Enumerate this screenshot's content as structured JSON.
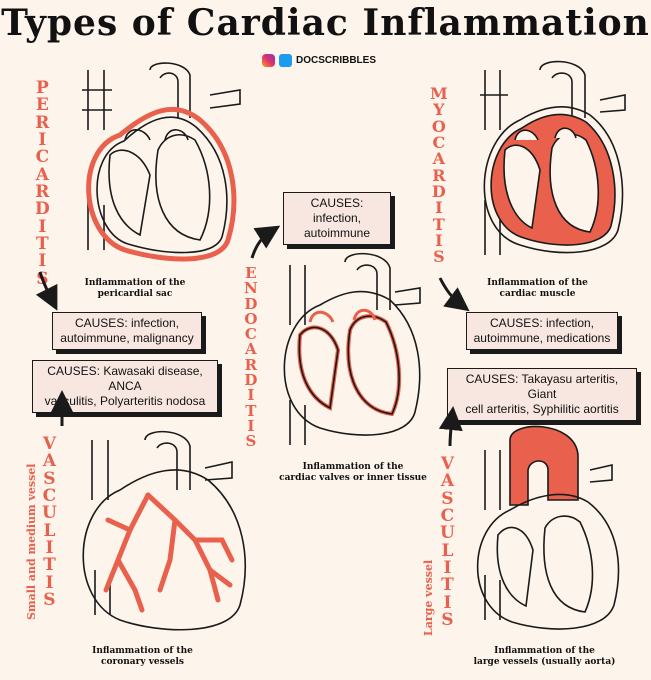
{
  "title": "Types of Cardiac Inflammation",
  "handle": "DOCSCRIBBLES",
  "icons": [
    "instagram-icon",
    "twitter-icon"
  ],
  "colors": {
    "accent": "#e9604c",
    "box_fill": "#f8e7e1",
    "background": "#fdf5ec"
  },
  "sections": {
    "pericarditis": {
      "label": "PERICARDITIS",
      "caption_line1": "Inflammation of the",
      "caption_line2": "pericardial sac",
      "causes_line1": "CAUSES: infection,",
      "causes_line2": "autoimmune, malignancy"
    },
    "endocarditis": {
      "label": "ENDOCARDITIS",
      "caption_line1": "Inflammation of the",
      "caption_line2": "cardiac valves or inner tissue",
      "causes_line1": "CAUSES: infection,",
      "causes_line2": "autoimmune"
    },
    "myocarditis": {
      "label": "MYOCARDITIS",
      "caption_line1": "Inflammation of the",
      "caption_line2": "cardiac muscle",
      "causes_line1": "CAUSES: infection,",
      "causes_line2": "autoimmune, medications"
    },
    "vasculitis_small": {
      "label": "VASCULITIS",
      "sublabel": "Small and medium vessel",
      "caption_line1": "Inflammation of the",
      "caption_line2": "coronary vessels",
      "causes_line1": "CAUSES: Kawasaki disease, ANCA",
      "causes_line2": "vasculitis, Polyarteritis nodosa"
    },
    "vasculitis_large": {
      "label": "VASCULITIS",
      "sublabel": "Large vessel",
      "caption_line1": "Inflammation of the",
      "caption_line2": "large vessels (usually aorta)",
      "causes_line1": "CAUSES: Takayasu arteritis, Giant",
      "causes_line2": "cell arteritis, Syphilitic aortitis"
    }
  }
}
